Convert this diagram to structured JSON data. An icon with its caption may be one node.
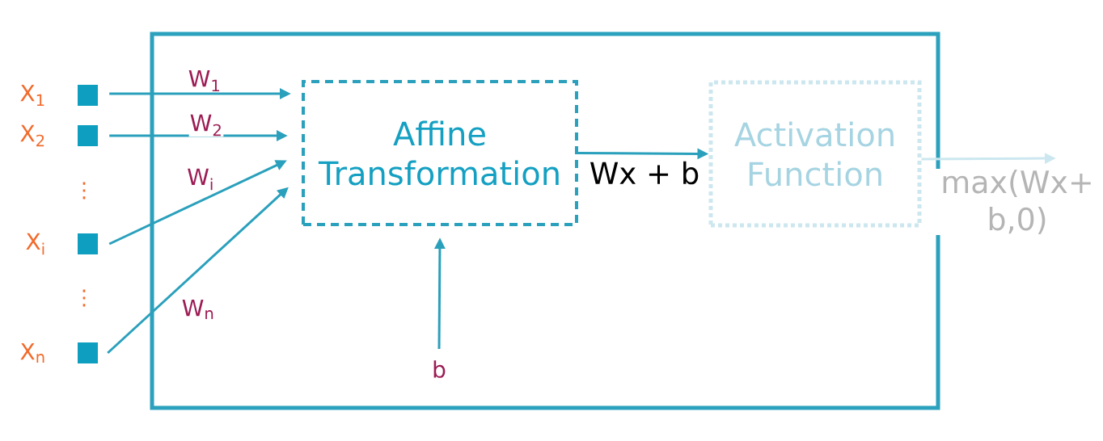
{
  "diagram": {
    "nodes": [
      {
        "text": [],
        "shape": "box"
      },
      {
        "text": [],
        "shape": "box",
        "beside": [
          "X$_{1}$"
        ]
      },
      {
        "text": [],
        "shape": "box",
        "beside": [
          "X$_{2}$"
        ]
      },
      {
        "text": [],
        "shape": "box",
        "beside": [
          "X$_{i}$"
        ]
      },
      {
        "text": [],
        "shape": "box",
        "beside": [
          "X$_{n}$"
        ]
      },
      {
        "text": [
          "Affine Transformation"
        ],
        "in": 0
      },
      {
        "text": [
          "Activation Function"
        ],
        "in": 0
      },
      {
        "text": [
          "b"
        ],
        "in": 0
      }
    ],
    "edges": [
      {
        "from": 1,
        "to": 5,
        "arrow": "to",
        "label": "W$_{1}$"
      },
      {
        "from": 2,
        "to": 5,
        "arrow": "to",
        "label": "W$_{2}$"
      },
      {
        "from": 3,
        "to": 5,
        "arrow": "to",
        "label": "W$_{i}$"
      },
      {
        "from": 4,
        "to": 5,
        "arrow": "to",
        "label": "W$_{n}$"
      },
      {
        "from": 7,
        "to": 5,
        "arrow": "to"
      },
      {
        "from": 5,
        "to": 6,
        "arrow": "to",
        "label": "Wx + b"
      },
      {
        "from": 6,
        "to": null,
        "arrow": "to",
        "label": "max(Wx+ b,0)",
        "color": "#cce7ef"
      }
    ],
    "labels": [
      "⋮",
      "⋮"
    ]
  }
}
